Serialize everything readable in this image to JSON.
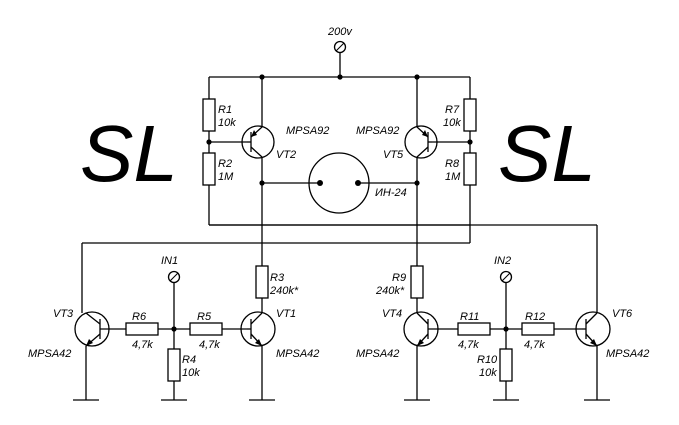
{
  "logo": {
    "left": "SL",
    "right": "SL"
  },
  "supply": {
    "label": "200v"
  },
  "inputs": {
    "in1": "IN1",
    "in2": "IN2"
  },
  "lamp": {
    "label": "ИН-24"
  },
  "transistors": {
    "vt1": {
      "ref": "VT1",
      "type": "MPSA42"
    },
    "vt2": {
      "ref": "VT2",
      "type": "MPSA92"
    },
    "vt3": {
      "ref": "VT3",
      "type": "MPSA42"
    },
    "vt4": {
      "ref": "VT4",
      "type": "MPSA42"
    },
    "vt5": {
      "ref": "VT5",
      "type": "MPSA92"
    },
    "vt6": {
      "ref": "VT6",
      "type": "MPSA42"
    }
  },
  "resistors": {
    "r1": {
      "ref": "R1",
      "value": "10k"
    },
    "r2": {
      "ref": "R2",
      "value": "1M"
    },
    "r3": {
      "ref": "R3",
      "value": "240k*"
    },
    "r4": {
      "ref": "R4",
      "value": "10k"
    },
    "r5": {
      "ref": "R5",
      "value": "4,7k"
    },
    "r6": {
      "ref": "R6",
      "value": "4,7k"
    },
    "r7": {
      "ref": "R7",
      "value": "10k"
    },
    "r8": {
      "ref": "R8",
      "value": "1M"
    },
    "r9": {
      "ref": "R9",
      "value": "240k*"
    },
    "r10": {
      "ref": "R10",
      "value": "10k"
    },
    "r11": {
      "ref": "R11",
      "value": "4,7k"
    },
    "r12": {
      "ref": "R12",
      "value": "4,7k"
    }
  }
}
